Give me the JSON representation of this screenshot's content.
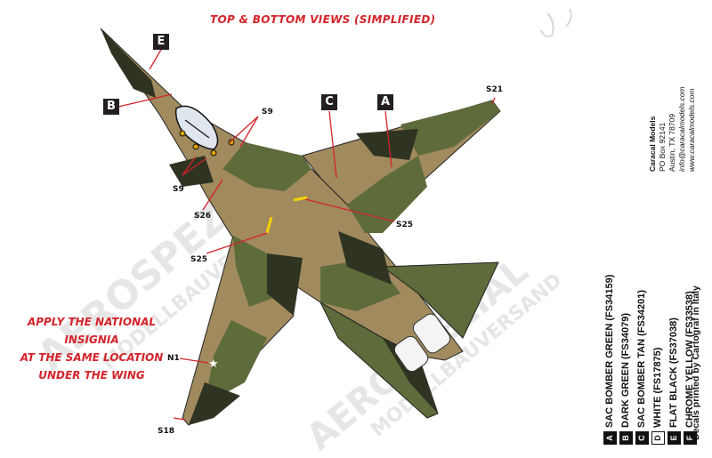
{
  "title": "TOP & BOTTOM VIEWS (SIMPLIFIED)",
  "insignia_note": [
    "APPLY THE NATIONAL INSIGNIA",
    "AT THE SAME LOCATION",
    "UNDER THE WING"
  ],
  "panel_letters": {
    "E": "E",
    "B": "B",
    "C": "C",
    "A": "A"
  },
  "callouts": {
    "s21": "S21",
    "s9a": "S9",
    "s9b": "S9",
    "s26": "S26",
    "s25a": "S25",
    "s25b": "S25",
    "n1": "N1",
    "s18": "S18"
  },
  "address": [
    "Caracal Models",
    "PO Box 92141",
    "Austin, TX 78709",
    "info@caracalmodels.com",
    "www.caracalmodels.com"
  ],
  "legend": [
    {
      "key": "A",
      "label": "SAC BOMBER GREEN (FS34159)"
    },
    {
      "key": "B",
      "label": "DARK GREEN (FS34079)"
    },
    {
      "key": "C",
      "label": "SAC BOMBER TAN (FS34201)"
    },
    {
      "key": "D",
      "label": "WHITE (FS17875)"
    },
    {
      "key": "E",
      "label": "FLAT BLACK (FS37038)"
    },
    {
      "key": "F",
      "label": "CHROME YELLOW (FS33538)"
    }
  ],
  "printer_note": "Decals printed by Cartograf in Italy",
  "colors": {
    "tan": "#a08a5e",
    "green": "#5e6b3b",
    "dark_green": "#2f3322",
    "accent_red": "#d4242b",
    "black": "#231f20"
  },
  "watermarks": [
    "AEROSPEZIAL",
    "MODELLBAUVERSAND"
  ]
}
